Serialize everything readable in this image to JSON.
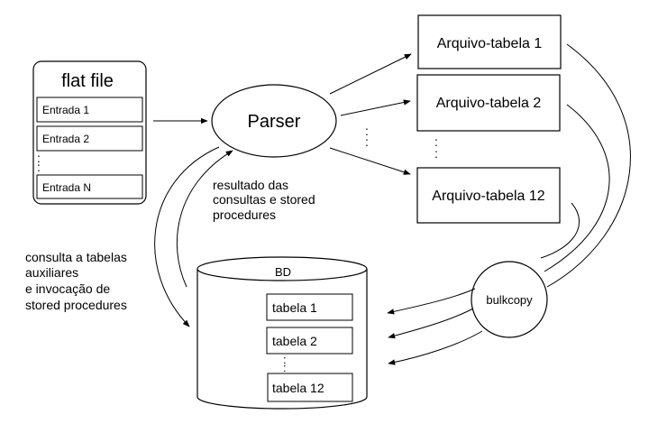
{
  "flat_file": {
    "title": "flat file",
    "entries": [
      "Entrada 1",
      "Entrada 2",
      "Entrada N"
    ]
  },
  "parser": {
    "label": "Parser"
  },
  "output_files": [
    "Arquivo-tabela 1",
    "Arquivo-tabela 2",
    "Arquivo-tabela 12"
  ],
  "bulkcopy": {
    "label": "bulkcopy"
  },
  "database": {
    "label": "BD",
    "tables": [
      "tabela 1",
      "tabela 2",
      "tabela 12"
    ]
  },
  "annotations": {
    "results": [
      "resultado das",
      "consultas e stored",
      "procedures"
    ],
    "queries": [
      "consulta a tabelas",
      "auxiliares",
      "e  invocação de",
      "stored procedures"
    ]
  },
  "ellipsis": ":"
}
